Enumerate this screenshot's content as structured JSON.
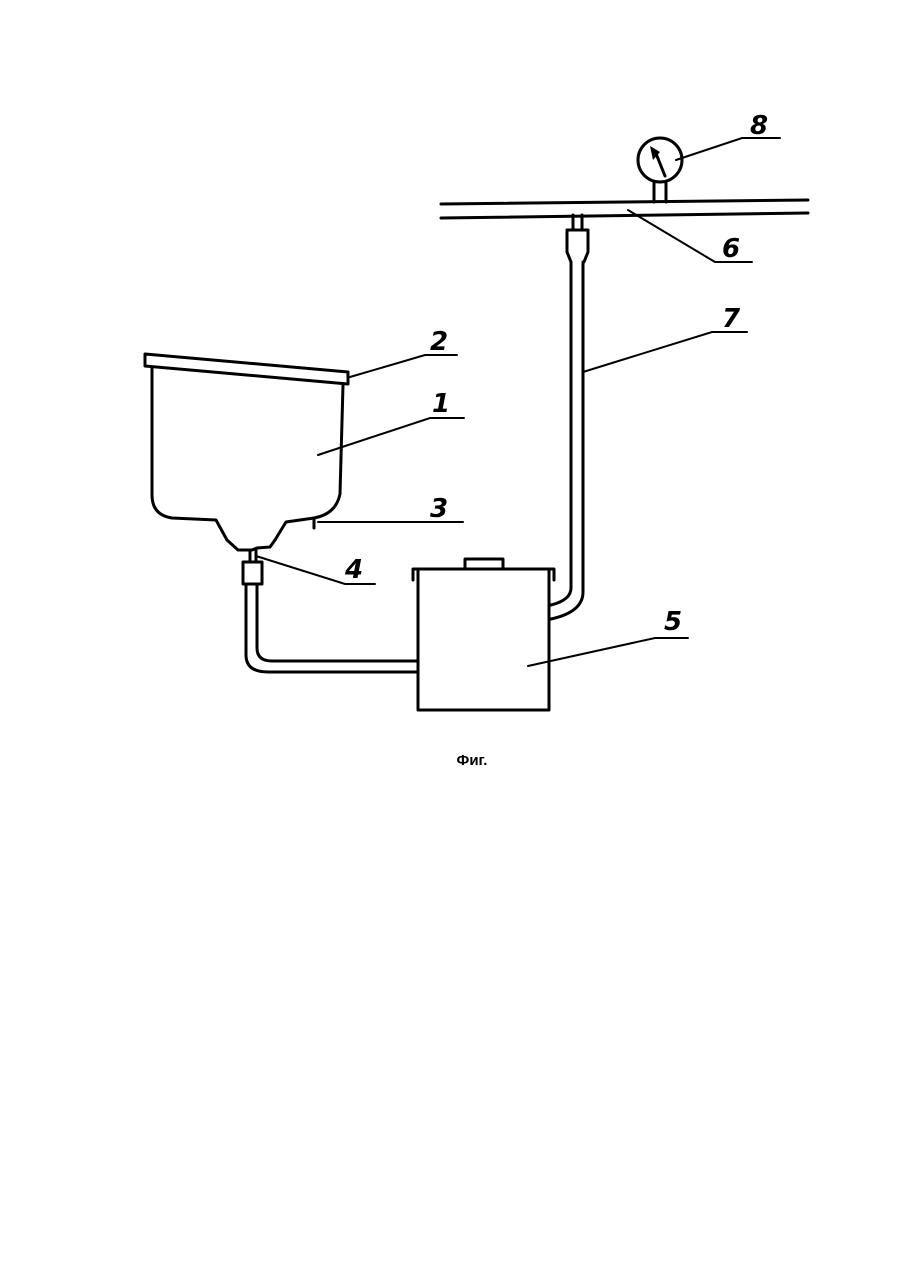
{
  "figure": {
    "caption": "Фиг."
  },
  "labels": [
    "1",
    "2",
    "3",
    "4",
    "5",
    "6",
    "7",
    "8"
  ]
}
